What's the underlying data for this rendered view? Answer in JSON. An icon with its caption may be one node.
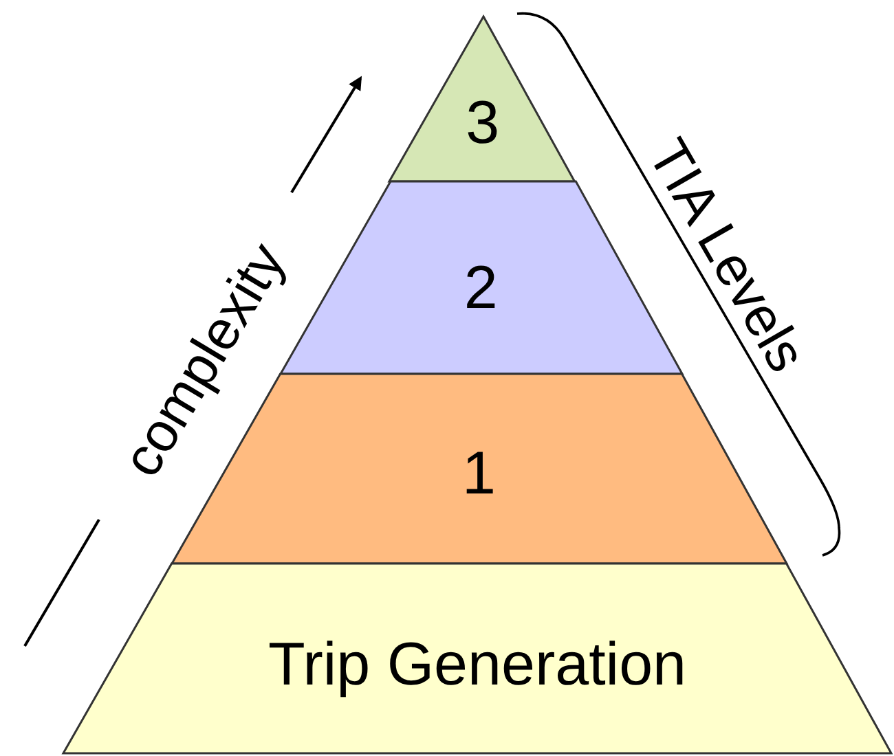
{
  "diagram": {
    "nodes": [
      {
        "text": [
          "3"
        ]
      },
      {
        "text": [
          "2"
        ]
      },
      {
        "text": [
          "1"
        ]
      },
      {
        "text": [
          "Trip Generation"
        ]
      }
    ],
    "labels": [
      "complexity",
      "TIA Levels"
    ]
  }
}
